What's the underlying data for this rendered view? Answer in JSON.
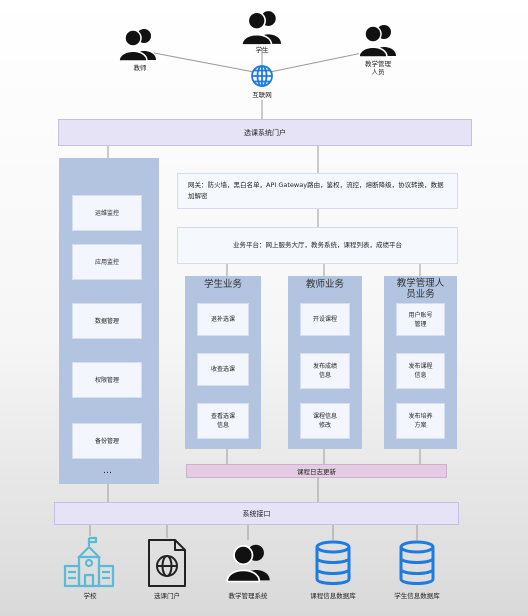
{
  "users": [
    {
      "label": "教师",
      "icon": "teacher-person-icon"
    },
    {
      "label": "学生",
      "icon": "student-person-icon"
    },
    {
      "label": "教学管理\n人员",
      "icon": "admin-person-icon"
    }
  ],
  "internet_label": "互联网",
  "portal_bar": "选课系统门户",
  "left_column": {
    "items": [
      "运维监控",
      "应用监控",
      "数据管理",
      "权限管理",
      "备份管理"
    ],
    "more": "…"
  },
  "gateway_bar": "网关：防火墙，黑白名单，API Gateway路由，鉴权，流控，熔断降级，协议转换，数据加解密",
  "business_bar": "业务平台：网上服务大厅，教务系统，课程列表，成绩平台",
  "columns": [
    {
      "title": "学生业务",
      "items": [
        "退补选课",
        "收查选课",
        "查看选课\n信息"
      ]
    },
    {
      "title": "教师业务",
      "items": [
        "开设课程",
        "发布成绩\n信息",
        "课程信息\n修改"
      ]
    },
    {
      "title": "教学管理人\n员业务",
      "items": [
        "用户账号\n管理",
        "发布课程\n信息",
        "发布培养\n方案"
      ]
    }
  ],
  "log_bar": "课程日志更新",
  "interface_bar": "系统接口",
  "bottom": [
    {
      "label": "学校",
      "icon": "school-building-icon"
    },
    {
      "label": "选课门户",
      "icon": "web-document-icon"
    },
    {
      "label": "教学管理系统",
      "icon": "management-person-icon"
    },
    {
      "label": "课程信息数据库",
      "icon": "database-icon"
    },
    {
      "label": "学生信息数据库",
      "icon": "database-icon"
    }
  ],
  "colors": {
    "blue": "#b3c4e1",
    "lavender": "#e6e3f7",
    "pink": "#e4cde4",
    "icon_blue": "#1e7be0",
    "school_cyan": "#5bbbd6"
  }
}
